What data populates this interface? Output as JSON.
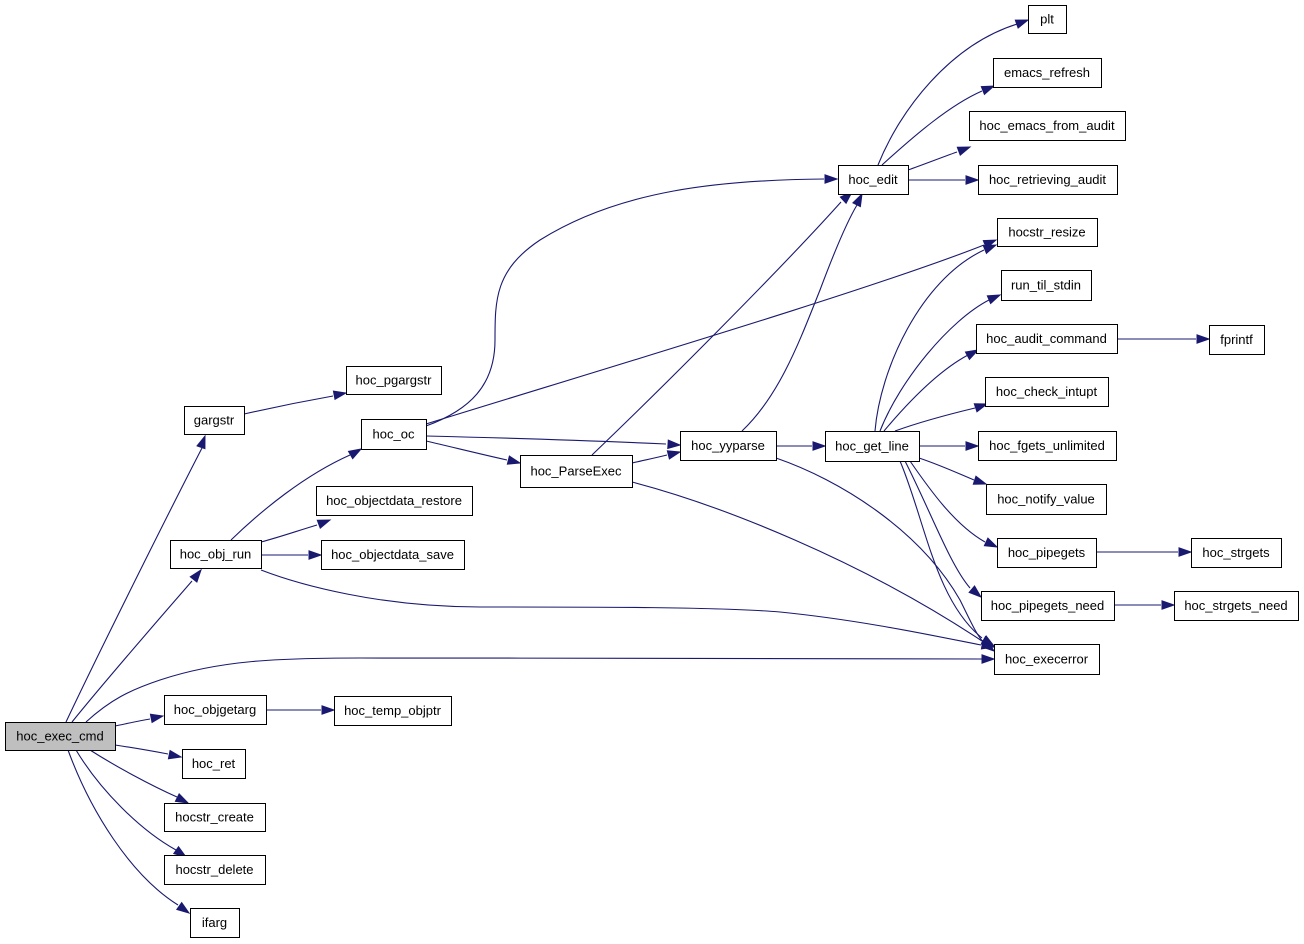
{
  "diagram": {
    "root": "hoc_exec_cmd",
    "nodes": [
      {
        "id": "hoc_exec_cmd",
        "label": "hoc_exec_cmd",
        "root": true
      },
      {
        "id": "gargstr",
        "label": "gargstr"
      },
      {
        "id": "hoc_pgargstr",
        "label": "hoc_pgargstr"
      },
      {
        "id": "hoc_obj_run",
        "label": "hoc_obj_run"
      },
      {
        "id": "hoc_oc",
        "label": "hoc_oc"
      },
      {
        "id": "hoc_objectdata_restore",
        "label": "hoc_objectdata_restore"
      },
      {
        "id": "hoc_objectdata_save",
        "label": "hoc_objectdata_save"
      },
      {
        "id": "hoc_ParseExec",
        "label": "hoc_ParseExec"
      },
      {
        "id": "hoc_yyparse",
        "label": "hoc_yyparse"
      },
      {
        "id": "hoc_get_line",
        "label": "hoc_get_line"
      },
      {
        "id": "hoc_edit",
        "label": "hoc_edit"
      },
      {
        "id": "plt",
        "label": "plt"
      },
      {
        "id": "emacs_refresh",
        "label": "emacs_refresh"
      },
      {
        "id": "hoc_emacs_from_audit",
        "label": "hoc_emacs_from_audit"
      },
      {
        "id": "hoc_retrieving_audit",
        "label": "hoc_retrieving_audit"
      },
      {
        "id": "hocstr_resize",
        "label": "hocstr_resize"
      },
      {
        "id": "run_til_stdin",
        "label": "run_til_stdin"
      },
      {
        "id": "hoc_audit_command",
        "label": "hoc_audit_command"
      },
      {
        "id": "fprintf",
        "label": "fprintf"
      },
      {
        "id": "hoc_check_intupt",
        "label": "hoc_check_intupt"
      },
      {
        "id": "hoc_fgets_unlimited",
        "label": "hoc_fgets_unlimited"
      },
      {
        "id": "hoc_notify_value",
        "label": "hoc_notify_value"
      },
      {
        "id": "hoc_pipegets",
        "label": "hoc_pipegets"
      },
      {
        "id": "hoc_strgets",
        "label": "hoc_strgets"
      },
      {
        "id": "hoc_pipegets_need",
        "label": "hoc_pipegets_need"
      },
      {
        "id": "hoc_strgets_need",
        "label": "hoc_strgets_need"
      },
      {
        "id": "hoc_execerror",
        "label": "hoc_execerror"
      },
      {
        "id": "hoc_objgetarg",
        "label": "hoc_objgetarg"
      },
      {
        "id": "hoc_temp_objptr",
        "label": "hoc_temp_objptr"
      },
      {
        "id": "hoc_ret",
        "label": "hoc_ret"
      },
      {
        "id": "hocstr_create",
        "label": "hocstr_create"
      },
      {
        "id": "hocstr_delete",
        "label": "hocstr_delete"
      },
      {
        "id": "ifarg",
        "label": "ifarg"
      }
    ],
    "edges": [
      {
        "from": "hoc_exec_cmd",
        "to": "gargstr"
      },
      {
        "from": "hoc_exec_cmd",
        "to": "hoc_obj_run"
      },
      {
        "from": "hoc_exec_cmd",
        "to": "hoc_execerror"
      },
      {
        "from": "hoc_exec_cmd",
        "to": "hoc_objgetarg"
      },
      {
        "from": "hoc_exec_cmd",
        "to": "hoc_ret"
      },
      {
        "from": "hoc_exec_cmd",
        "to": "hocstr_create"
      },
      {
        "from": "hoc_exec_cmd",
        "to": "hocstr_delete"
      },
      {
        "from": "hoc_exec_cmd",
        "to": "ifarg"
      },
      {
        "from": "gargstr",
        "to": "hoc_pgargstr"
      },
      {
        "from": "hoc_obj_run",
        "to": "hoc_oc"
      },
      {
        "from": "hoc_obj_run",
        "to": "hoc_objectdata_restore"
      },
      {
        "from": "hoc_obj_run",
        "to": "hoc_objectdata_save"
      },
      {
        "from": "hoc_obj_run",
        "to": "hoc_execerror"
      },
      {
        "from": "hoc_oc",
        "to": "hoc_edit"
      },
      {
        "from": "hoc_oc",
        "to": "hocstr_resize"
      },
      {
        "from": "hoc_oc",
        "to": "hoc_yyparse"
      },
      {
        "from": "hoc_oc",
        "to": "hoc_ParseExec"
      },
      {
        "from": "hoc_ParseExec",
        "to": "hoc_edit"
      },
      {
        "from": "hoc_ParseExec",
        "to": "hoc_yyparse"
      },
      {
        "from": "hoc_ParseExec",
        "to": "hoc_execerror"
      },
      {
        "from": "hoc_yyparse",
        "to": "hoc_edit"
      },
      {
        "from": "hoc_yyparse",
        "to": "hoc_get_line"
      },
      {
        "from": "hoc_yyparse",
        "to": "hoc_execerror"
      },
      {
        "from": "hoc_edit",
        "to": "plt"
      },
      {
        "from": "hoc_edit",
        "to": "emacs_refresh"
      },
      {
        "from": "hoc_edit",
        "to": "hoc_emacs_from_audit"
      },
      {
        "from": "hoc_edit",
        "to": "hoc_retrieving_audit"
      },
      {
        "from": "hoc_get_line",
        "to": "hocstr_resize"
      },
      {
        "from": "hoc_get_line",
        "to": "run_til_stdin"
      },
      {
        "from": "hoc_get_line",
        "to": "hoc_audit_command"
      },
      {
        "from": "hoc_get_line",
        "to": "hoc_check_intupt"
      },
      {
        "from": "hoc_get_line",
        "to": "hoc_fgets_unlimited"
      },
      {
        "from": "hoc_get_line",
        "to": "hoc_notify_value"
      },
      {
        "from": "hoc_get_line",
        "to": "hoc_pipegets"
      },
      {
        "from": "hoc_get_line",
        "to": "hoc_pipegets_need"
      },
      {
        "from": "hoc_get_line",
        "to": "hoc_execerror"
      },
      {
        "from": "hoc_audit_command",
        "to": "fprintf"
      },
      {
        "from": "hoc_pipegets",
        "to": "hoc_strgets"
      },
      {
        "from": "hoc_pipegets_need",
        "to": "hoc_strgets_need"
      },
      {
        "from": "hoc_objgetarg",
        "to": "hoc_temp_objptr"
      }
    ]
  }
}
